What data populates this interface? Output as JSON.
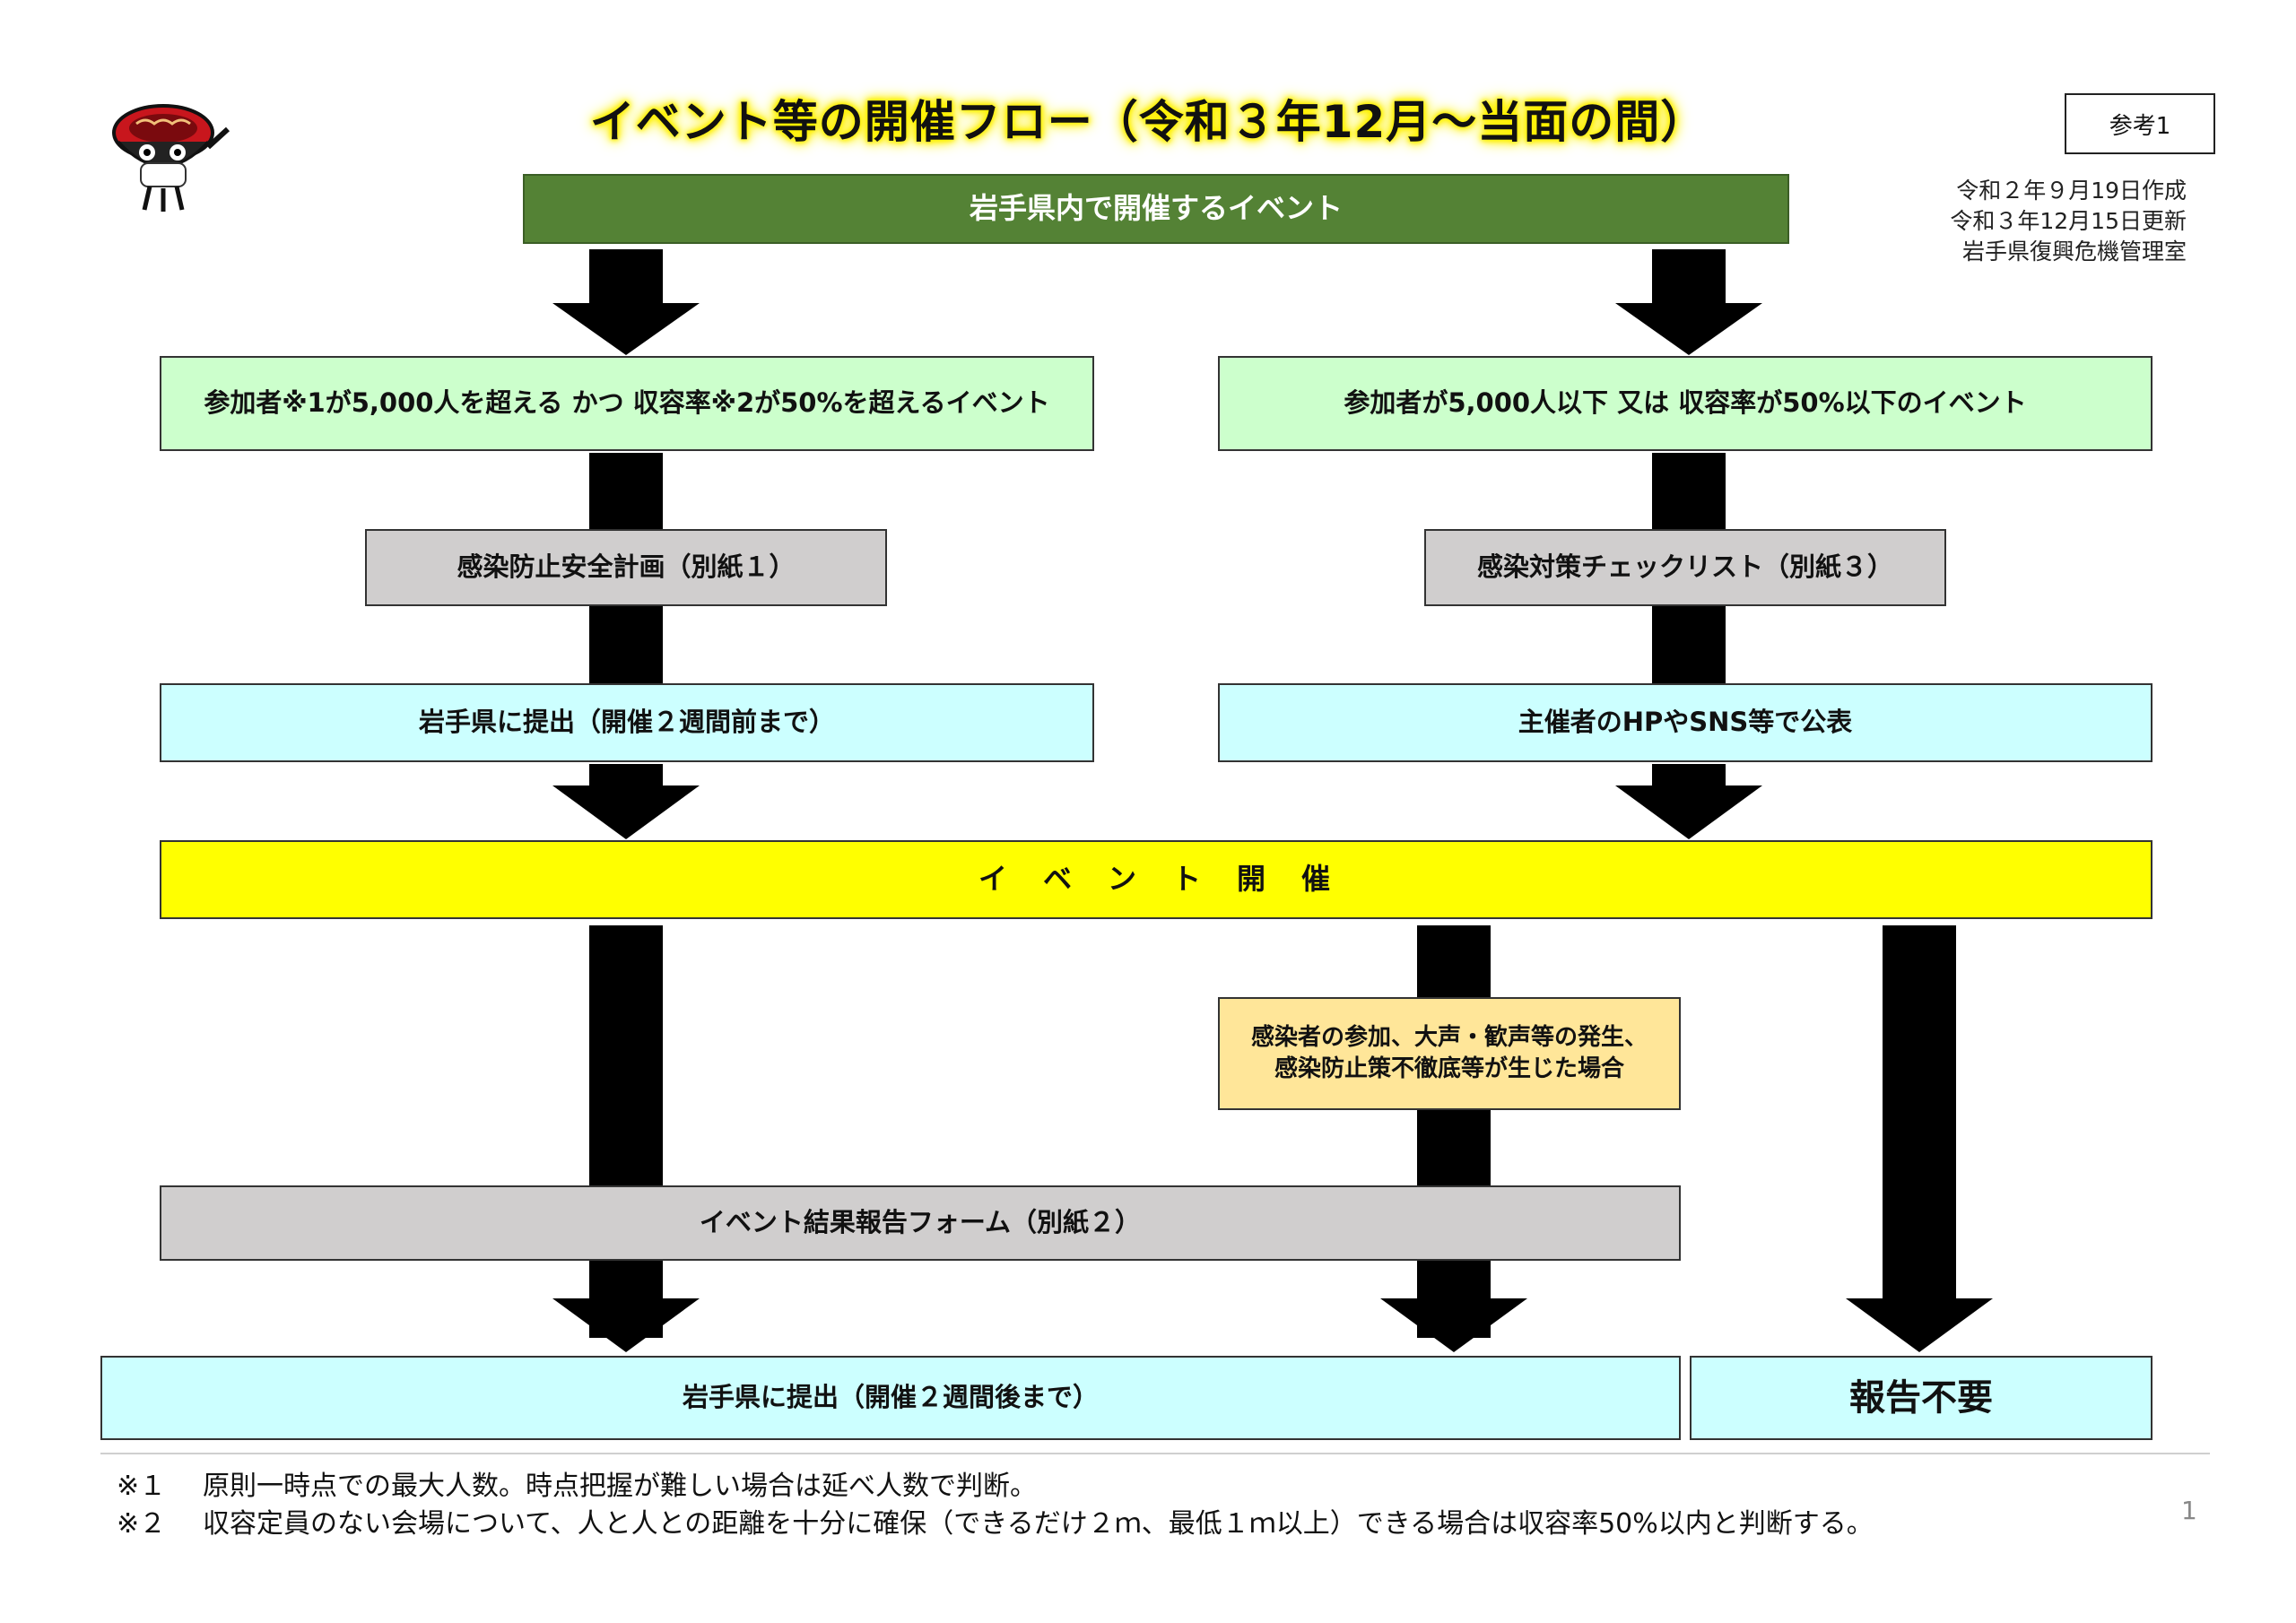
{
  "title": "イベント等の開催フロー（令和３年12月～当面の間）",
  "reference_label": "参考1",
  "meta": {
    "created": "令和２年９月19日作成",
    "updated": "令和３年12月15日更新",
    "office": "岩手県復興危機管理室"
  },
  "nodes": {
    "top": "岩手県内で開催するイベント",
    "left_condition": "参加者※1が5,000人を超える かつ 収容率※2が50%を超えるイベント",
    "right_condition": "参加者が5,000人以下 又は 収容率が50%以下のイベント",
    "left_plan": "感染防止安全計画（別紙１）",
    "right_checklist": "感染対策チェックリスト（別紙３）",
    "left_submit": "岩手県に提出（開催２週間前まで）",
    "right_publish": "主催者のHPやSNS等で公表",
    "event_held": "イ　ベ　ン　ト　開　催",
    "incident_line1": "感染者の参加、大声・歓声等の発生、",
    "incident_line2": "感染防止策不徹底等が生じた場合",
    "result_form": "イベント結果報告フォーム（別紙２）",
    "post_submit": "岩手県に提出（開催２週間後まで）",
    "no_report": "報告不要"
  },
  "notes": [
    {
      "mark": "※１",
      "text": "原則一時点での最大人数。時点把握が難しい場合は延べ人数で判断。"
    },
    {
      "mark": "※２",
      "text": "収容定員のない会場について、人と人との距離を十分に確保（できるだけ２ｍ、最低１ｍ以上）できる場合は収容率50%以内と判断する。"
    }
  ],
  "page_number": "1",
  "colors": {
    "top_green": "#548235",
    "condition_green": "#ccffcc",
    "gray": "#d0cece",
    "cyan": "#ccffff",
    "yellow": "#ffff00",
    "orange": "#ffe699"
  }
}
